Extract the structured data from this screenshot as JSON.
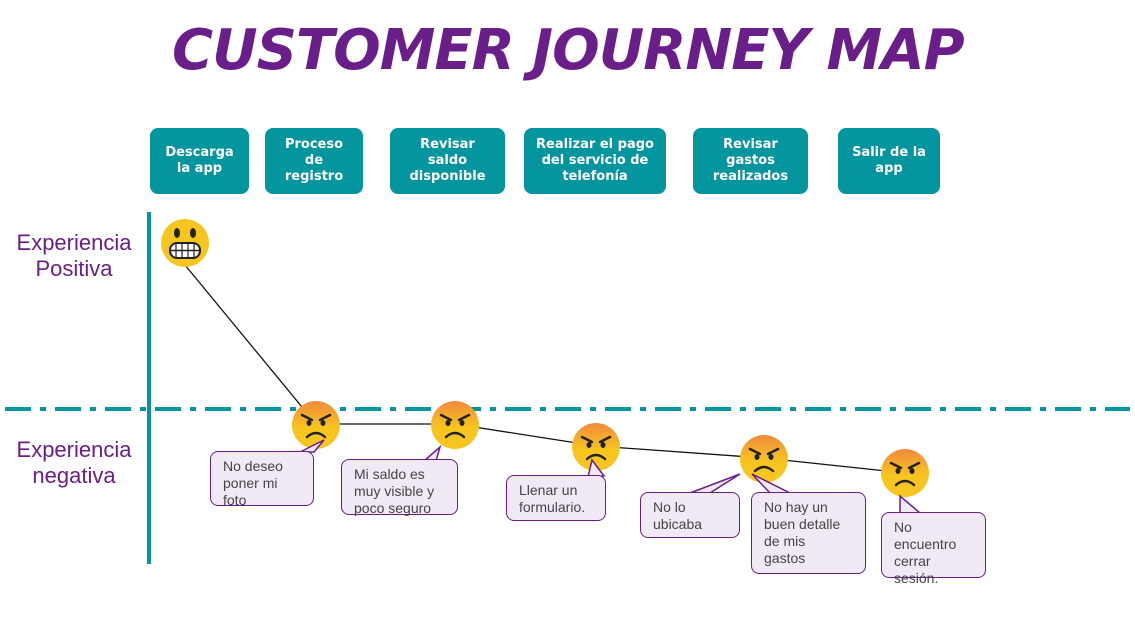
{
  "title": "CUSTOMER JOURNEY MAP",
  "steps": [
    {
      "label": "Descarga\nla app"
    },
    {
      "label": "Proceso\nde\nregistro"
    },
    {
      "label": "Revisar\nsaldo\ndisponible"
    },
    {
      "label": "Realizar el pago\ndel servicio de\ntelefonía"
    },
    {
      "label": "Revisar\ngastos\nrealizados"
    },
    {
      "label": "Salir de la\napp"
    }
  ],
  "axis": {
    "positive": "Experiencia\nPositiva",
    "negative": "Experiencia\nnegativa"
  },
  "emotions": [
    {
      "mood": "grinning-face"
    },
    {
      "mood": "angry-face"
    },
    {
      "mood": "angry-face"
    },
    {
      "mood": "angry-face"
    },
    {
      "mood": "angry-face"
    },
    {
      "mood": "angry-face"
    }
  ],
  "comments": [
    {
      "text": "No deseo\nponer mi\nfoto"
    },
    {
      "text": "Mi saldo es\nmuy visible y\npoco seguro"
    },
    {
      "text": "Llenar un\nformulario."
    },
    {
      "text": "No lo\nubicaba"
    },
    {
      "text": "No hay un\nbuen detalle\nde mis\ngastos"
    },
    {
      "text": "No\nencuentro\ncerrar\nsesión."
    }
  ],
  "colors": {
    "title": "#6a1e8a",
    "step": "#05959e",
    "axis": "#05959e",
    "bubble_border": "#6a1e8a",
    "bubble_fill": "#f1e9f6"
  }
}
